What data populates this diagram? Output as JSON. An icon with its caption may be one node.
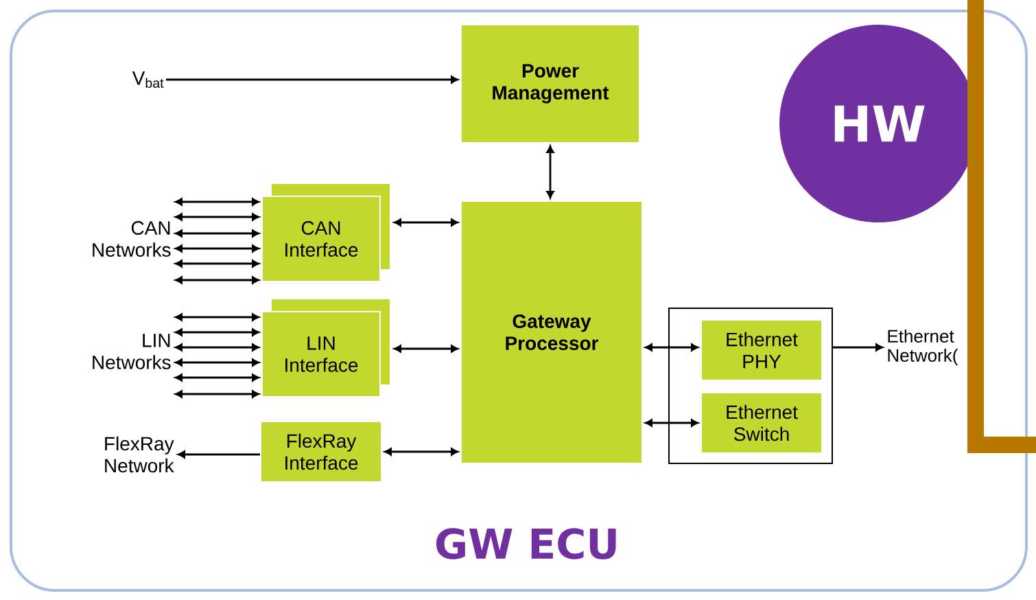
{
  "diagram": {
    "nodes": [
      {
        "text": [
          "V$_{bat}$"
        ]
      },
      {
        "text": [
          "Power Management"
        ]
      },
      {
        "text": [
          "CAN Networks"
        ]
      },
      {
        "text": [
          "CAN Interface"
        ]
      },
      {
        "text": [
          "LIN Networks"
        ]
      },
      {
        "text": [
          "LIN Interface"
        ]
      },
      {
        "text": [
          "FlexRay Network"
        ]
      },
      {
        "text": [
          "FlexRay Interface"
        ]
      },
      {
        "text": [
          "Gateway Processor"
        ]
      },
      {
        "text": [],
        "shape": "box"
      },
      {
        "text": [
          "Ethernet PHY"
        ],
        "in": 9
      },
      {
        "text": [
          "Ethernet Switch"
        ],
        "in": 9
      },
      {
        "text": [
          "Ethernet Network("
        ]
      },
      {
        "text": [
          "HW"
        ]
      }
    ],
    "edges": [
      {
        "from": 0,
        "to": 1,
        "arrow": "to"
      },
      {
        "from": 1,
        "to": 8,
        "arrow": "both"
      },
      {
        "from": 2,
        "to": 3,
        "arrow": "both"
      },
      {
        "from": 2,
        "to": 3,
        "arrow": "both"
      },
      {
        "from": 2,
        "to": 3,
        "arrow": "both"
      },
      {
        "from": 2,
        "to": 3,
        "arrow": "both"
      },
      {
        "from": 2,
        "to": 3,
        "arrow": "both"
      },
      {
        "from": 2,
        "to": 3,
        "arrow": "both"
      },
      {
        "from": 3,
        "to": 8,
        "arrow": "both"
      },
      {
        "from": 4,
        "to": 5,
        "arrow": "both"
      },
      {
        "from": 4,
        "to": 5,
        "arrow": "both"
      },
      {
        "from": 4,
        "to": 5,
        "arrow": "both"
      },
      {
        "from": 4,
        "to": 5,
        "arrow": "both"
      },
      {
        "from": 4,
        "to": 5,
        "arrow": "both"
      },
      {
        "from": 4,
        "to": 5,
        "arrow": "both"
      },
      {
        "from": 5,
        "to": 8,
        "arrow": "both"
      },
      {
        "from": 7,
        "to": 6,
        "arrow": "to"
      },
      {
        "from": 7,
        "to": 8,
        "arrow": "both"
      },
      {
        "from": 8,
        "to": 10,
        "arrow": "both"
      },
      {
        "from": 8,
        "to": 11,
        "arrow": "both"
      },
      {
        "from": 9,
        "to": 12,
        "arrow": "to"
      }
    ],
    "labels": [
      "GW ECU"
    ]
  }
}
